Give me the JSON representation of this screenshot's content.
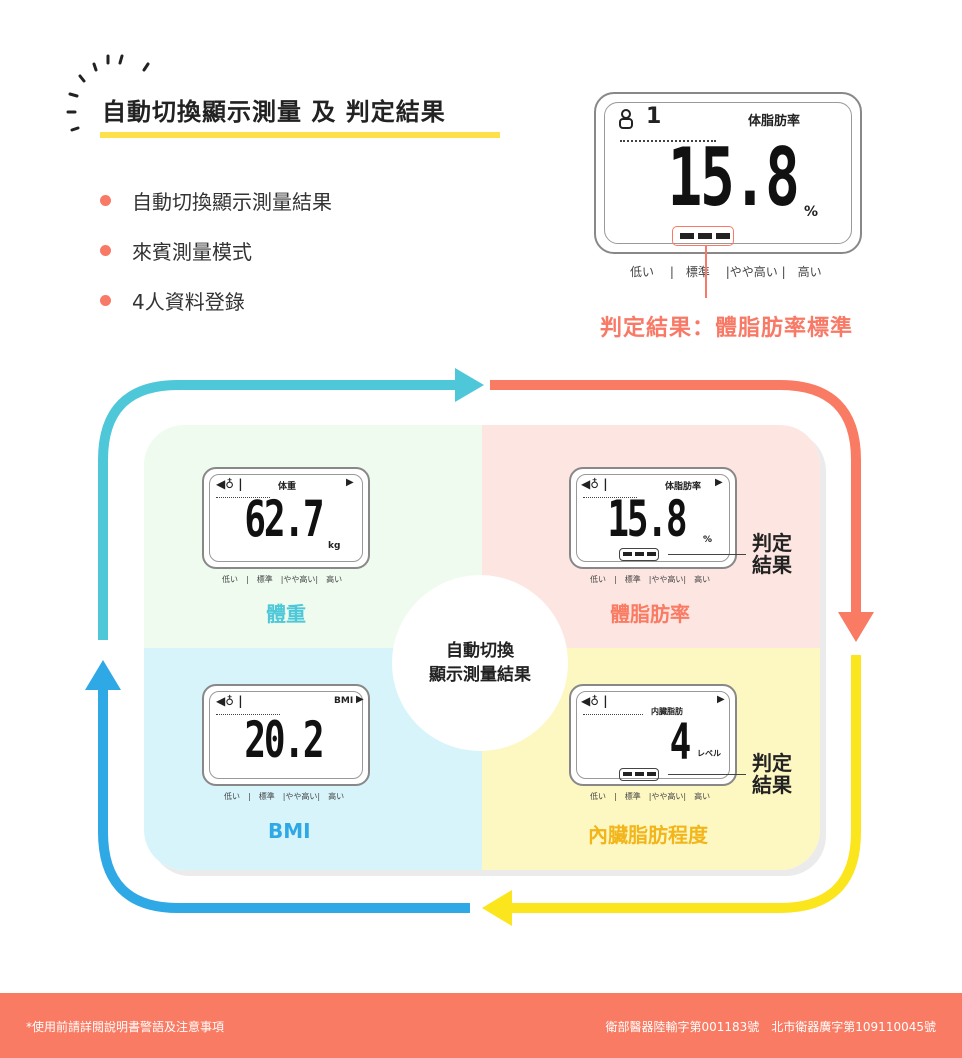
{
  "heading": {
    "title": "自動切換顯示測量 及 判定結果"
  },
  "bullets": [
    {
      "text": "自動切換顯示測量結果"
    },
    {
      "text": "來賓測量模式"
    },
    {
      "text": "4人資料登錄"
    }
  ],
  "top_display": {
    "user": "1",
    "label": "体脂肪率",
    "value": "15.8",
    "unit": "%",
    "scale": [
      "低い",
      "標準",
      "やや高い",
      "高い"
    ],
    "callout": "判定結果：體脂肪率標準"
  },
  "center": {
    "line1": "自動切換",
    "line2": "顯示測量結果"
  },
  "quadrants": {
    "weight": {
      "lcd_label": "体重",
      "value": "62.7",
      "unit": "kg",
      "name": "體重"
    },
    "fat": {
      "lcd_label": "体脂肪率",
      "value": "15.8",
      "unit": "%",
      "name": "體脂肪率"
    },
    "bmi": {
      "lcd_label": "BMI",
      "value": "20.2",
      "unit": "",
      "name": "BMI"
    },
    "visceral": {
      "lcd_label": "内臓脂肪",
      "value": "4",
      "unit": "レベル",
      "name": "內臟脂肪程度"
    }
  },
  "judge_label": {
    "line1": "判定",
    "line2": "結果"
  },
  "footer": {
    "left": "*使用前請詳閱說明書警語及注意事項",
    "right": "衛部醫器陸輸字第001183號　北市衛器廣字第109110045號"
  },
  "colors": {
    "accent": "#f87966",
    "yellow": "#fde04a",
    "cyan_arrow": "#4ec8d8",
    "red_arrow": "#fa7b63",
    "yellow_arrow": "#fbe51d",
    "blue_arrow": "#2fa8e6"
  }
}
